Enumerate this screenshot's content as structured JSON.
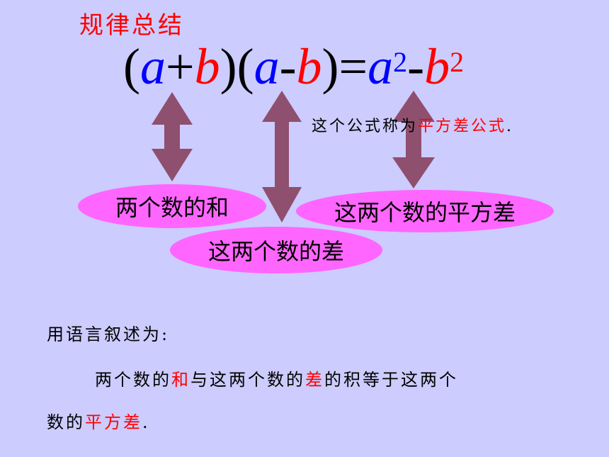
{
  "title": "规律总结",
  "formula": {
    "open1": "(",
    "a1": "a",
    "plus": "+",
    "b1": "b",
    "close1": ")",
    "open2": "(",
    "a2": "a",
    "minus": "-",
    "b2": "b",
    "close2": ")",
    "eq": "=",
    "a3": "a",
    "exp1": "2",
    "minus2": "-",
    "b3": "b",
    "exp2": "2"
  },
  "note": {
    "prefix": "这个公式称为",
    "term": "平方差公式",
    "suffix": "."
  },
  "labels": {
    "sum": "两个数的和",
    "difference": "这两个数的差",
    "square_difference": "这两个数的平方差"
  },
  "description": {
    "label": "用语言叙述为:",
    "line1_a": "两个数的",
    "line1_he": "和",
    "line1_b": "与这两个数的",
    "line1_cha": "差",
    "line1_c": "的积等于这两个",
    "line2_a": "数的",
    "line2_term": "平方差",
    "line2_end": "."
  },
  "colors": {
    "background": "#ccccff",
    "variable_a": "#0000ff",
    "variable_b": "#ff0000",
    "highlight": "#ff0000",
    "ellipse": "#ff66ff",
    "arrow": "#8f4f6e"
  }
}
